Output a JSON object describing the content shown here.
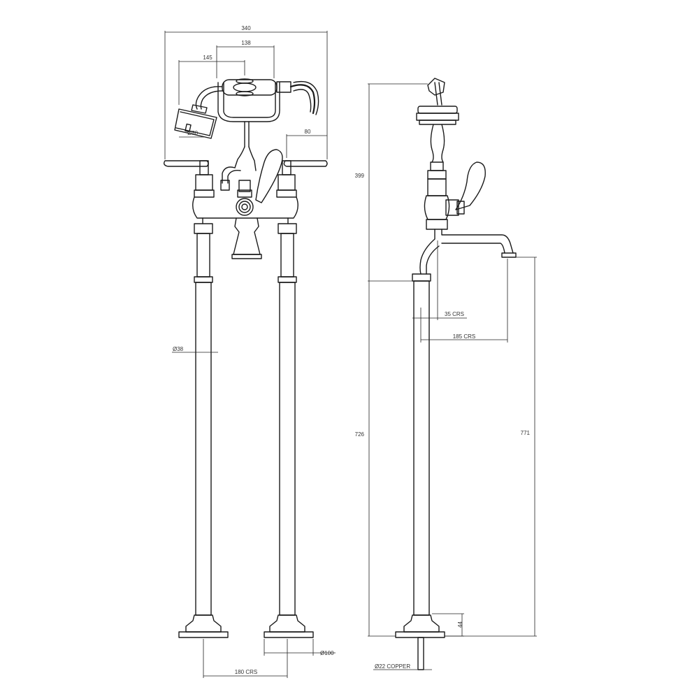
{
  "front_view": {
    "dimensions": {
      "overall_width": "340",
      "handset_holder_width": "138",
      "shower_head_reach": "145",
      "shower_head_diameter": "Ø80",
      "lever_length": "80",
      "leg_diameter": "Ø38",
      "base_diameter": "Ø100",
      "leg_centres": "180 CRS"
    }
  },
  "side_view": {
    "dimensions": {
      "head_height": "399",
      "leg_height": "726",
      "spout_height": "771",
      "offset_centres": "35 CRS",
      "spout_reach": "185 CRS",
      "base_height": "44",
      "supply_pipe": "Ø22 COPPER"
    }
  },
  "colors": {
    "line": "#1a1a1a",
    "background": "#ffffff"
  }
}
